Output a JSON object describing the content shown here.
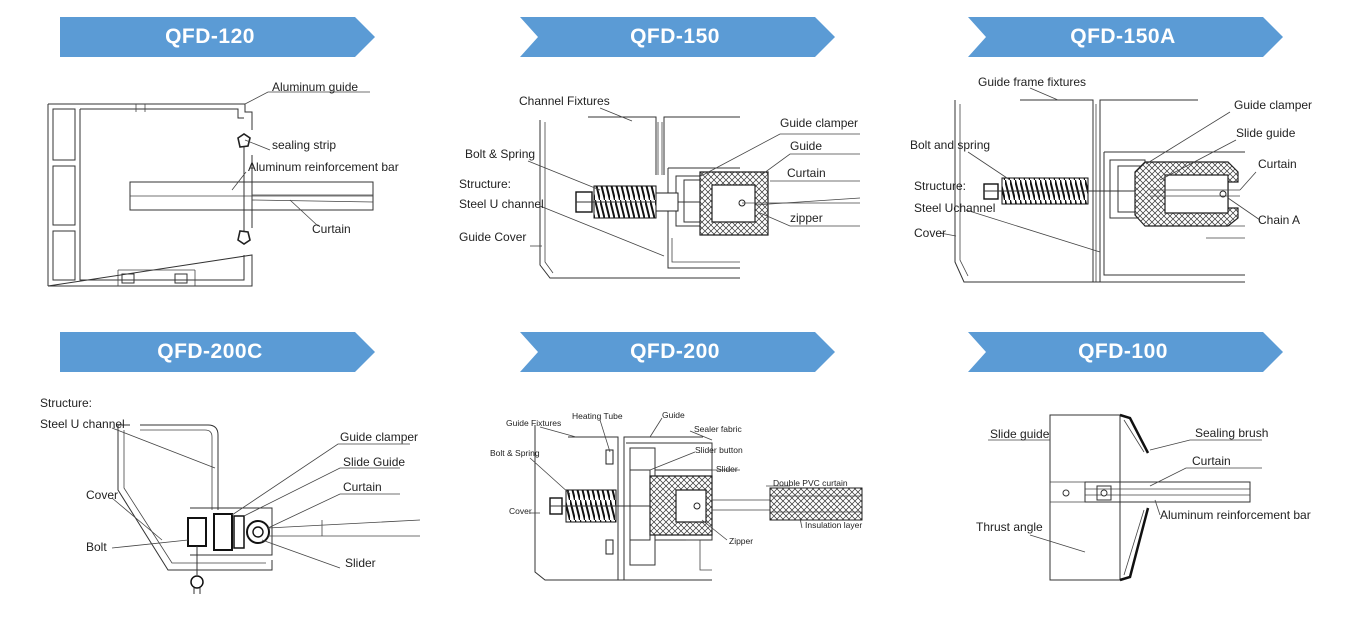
{
  "colors": {
    "banner": "#5b9bd5",
    "banner_text": "#ffffff",
    "line": "#333333"
  },
  "panels": [
    {
      "title": "QFD-120",
      "labels": [
        "Aluminum guide",
        "sealing strip",
        "Aluminum reinforcement bar",
        "Curtain"
      ]
    },
    {
      "title": "QFD-150",
      "labels": [
        "Channel Fixtures",
        "Guide clamper",
        "Guide",
        "Bolt & Spring",
        "Curtain",
        "Structure:",
        "Steel U channel",
        "zipper",
        "Guide Cover"
      ]
    },
    {
      "title": "QFD-150A",
      "labels": [
        "Guide frame fixtures",
        "Guide clamper",
        "Slide guide",
        "Bolt and spring",
        "Curtain",
        "Structure:",
        "Steel Uchannel",
        "Chain A",
        "Cover"
      ]
    },
    {
      "title": "QFD-200C",
      "labels": [
        "Structure:",
        "Steel U channel",
        "Guide clamper",
        "Slide Guide",
        "Curtain",
        "Cover",
        "Bolt",
        "Slider"
      ]
    },
    {
      "title": "QFD-200",
      "labels": [
        "Guide Fixtures",
        "Heating Tube",
        "Guide",
        "Sealer fabric",
        "Bolt & Spring",
        "Slider button",
        "Slider",
        "Double PVC curtain",
        "Cover",
        "Insulation layer",
        "Zipper"
      ]
    },
    {
      "title": "QFD-100",
      "labels": [
        "Slide guide",
        "Sealing brush",
        "Curtain",
        "Aluminum reinforcement bar",
        "Thrust angle"
      ]
    }
  ]
}
